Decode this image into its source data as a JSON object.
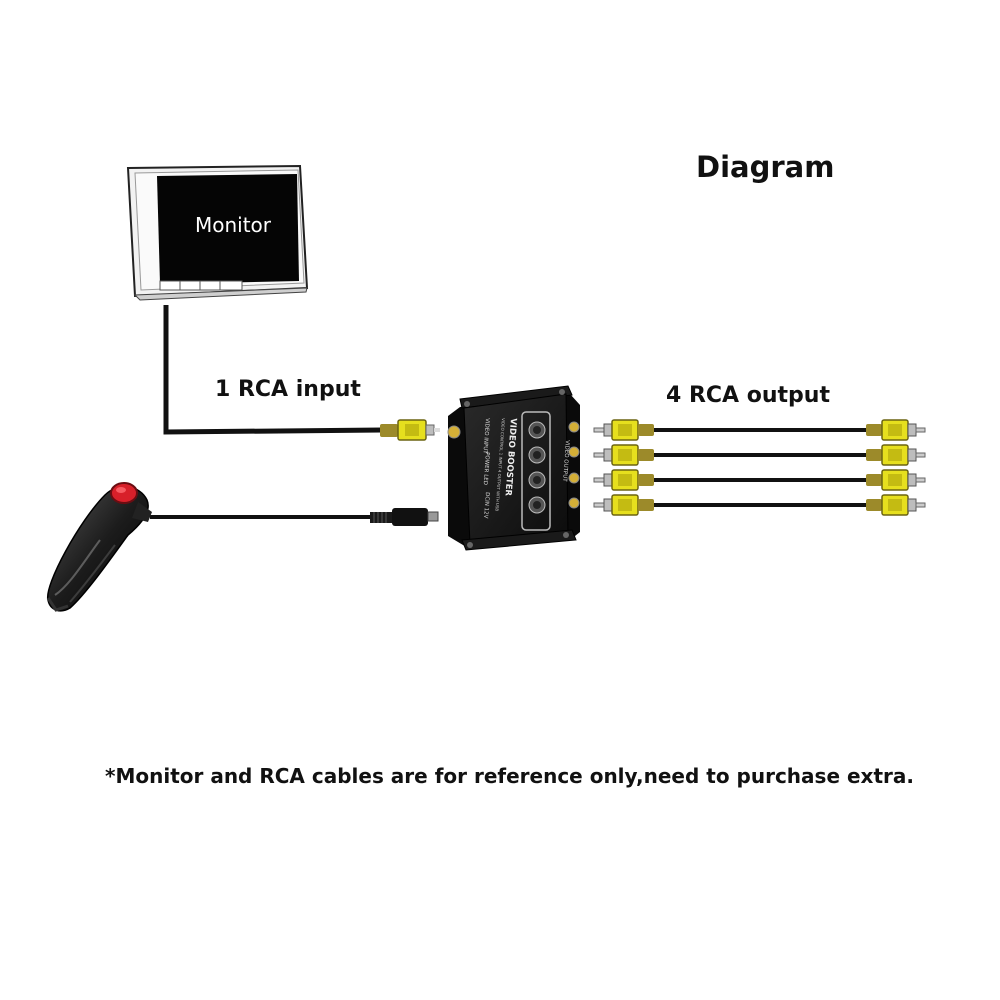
{
  "title": "Diagram",
  "monitor": {
    "label": "Monitor"
  },
  "input": {
    "label": "1 RCA input"
  },
  "output": {
    "label": "4 RCA output"
  },
  "booster": {
    "name": "VIDEO BOOSTER",
    "subtitle": "VIDEO CONTROL 1 INPUT 4 OUTPUT WITH USB",
    "video_input": "VIDEO INPUT",
    "power_led": "POWER LED",
    "dc_in": "DCIN 12V",
    "video_output": "VIDEO OUTPUT"
  },
  "footnote": "*Monitor and RCA cables are for reference only,need to purchase extra.",
  "colors": {
    "rca_yellow": "#e6df1e",
    "switch_red": "#d8202a",
    "cable": "#111111"
  }
}
